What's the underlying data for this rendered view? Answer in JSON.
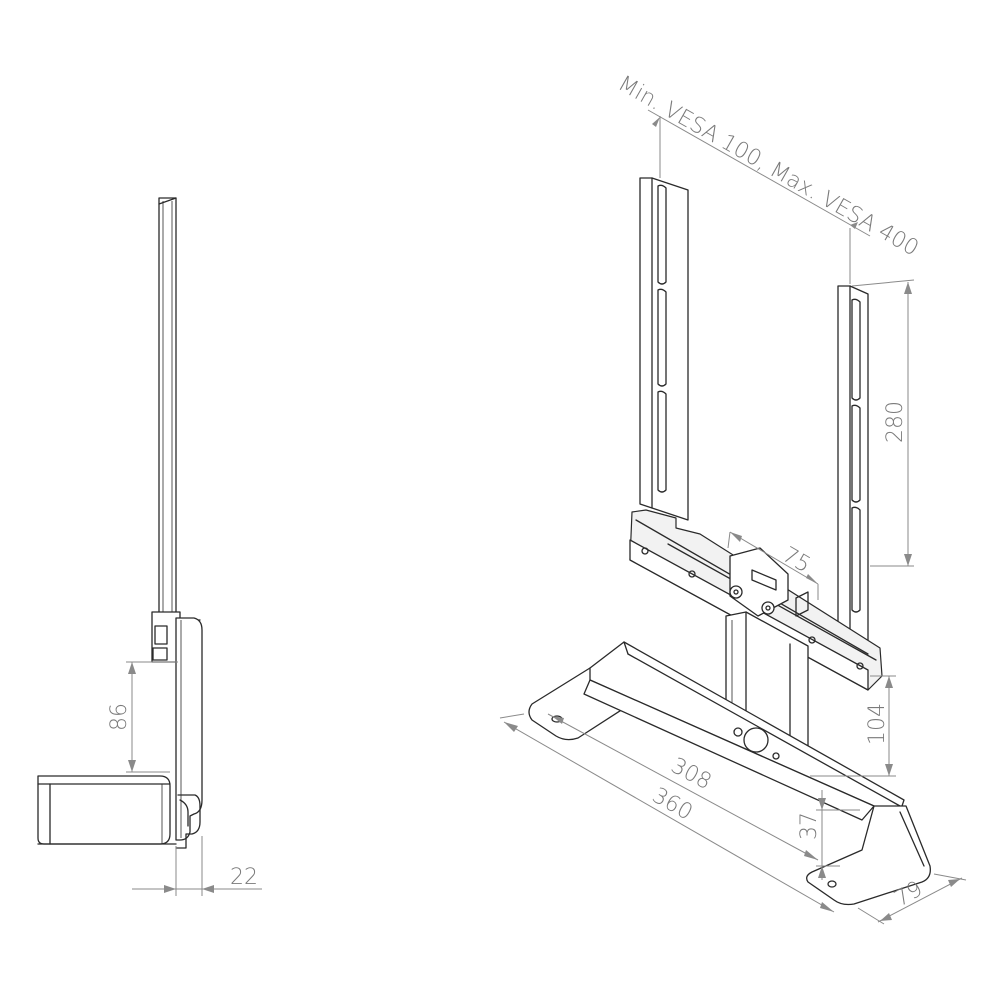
{
  "drawing": {
    "colors": {
      "line": "#2a2a2a",
      "dimension": "#8a8a8a",
      "background": "#ffffff"
    },
    "side_view": {
      "dim_height": "86",
      "dim_depth": "22"
    },
    "iso_view": {
      "vesa_label": "Min. VESA 100, Max. VESA 400",
      "dim_arm_height": "280",
      "dim_bracket_width": "75",
      "dim_column_height": "104",
      "dim_inner_length": "308",
      "dim_outer_length": "360",
      "dim_foot_height": "37",
      "dim_foot_width": "79"
    }
  }
}
